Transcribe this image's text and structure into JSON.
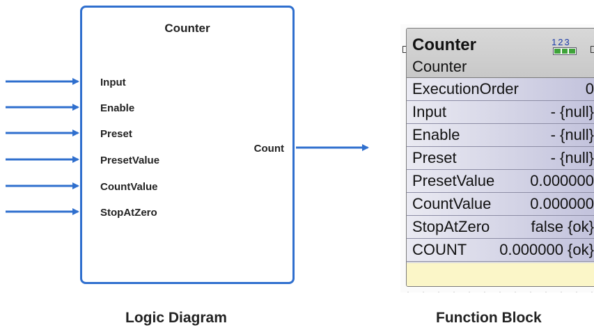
{
  "logic_diagram": {
    "title": "Counter",
    "inputs": [
      "Input",
      "Enable",
      "Preset",
      "PresetValue",
      "CountValue",
      "StopAtZero"
    ],
    "output": "Count",
    "caption": "Logic Diagram",
    "arrow_color": "#2f6fce"
  },
  "function_block": {
    "title": "Counter",
    "subtitle": "Counter",
    "icon": "counter-123-icon",
    "icon_text": "123",
    "rows": [
      {
        "name": "ExecutionOrder",
        "value": "0"
      },
      {
        "name": "Input",
        "value": "- {null}"
      },
      {
        "name": "Enable",
        "value": "- {null}"
      },
      {
        "name": "Preset",
        "value": "- {null}"
      },
      {
        "name": "PresetValue",
        "value": "0.000000"
      },
      {
        "name": "CountValue",
        "value": "0.000000"
      },
      {
        "name": "StopAtZero",
        "value": "false {ok}"
      },
      {
        "name": "COUNT",
        "value": "0.000000 {ok}"
      }
    ],
    "caption": "Function Block",
    "row_gradient": [
      "#eaeaf2",
      "#c2c2dc"
    ],
    "footer_color": "#fbf6c8"
  }
}
